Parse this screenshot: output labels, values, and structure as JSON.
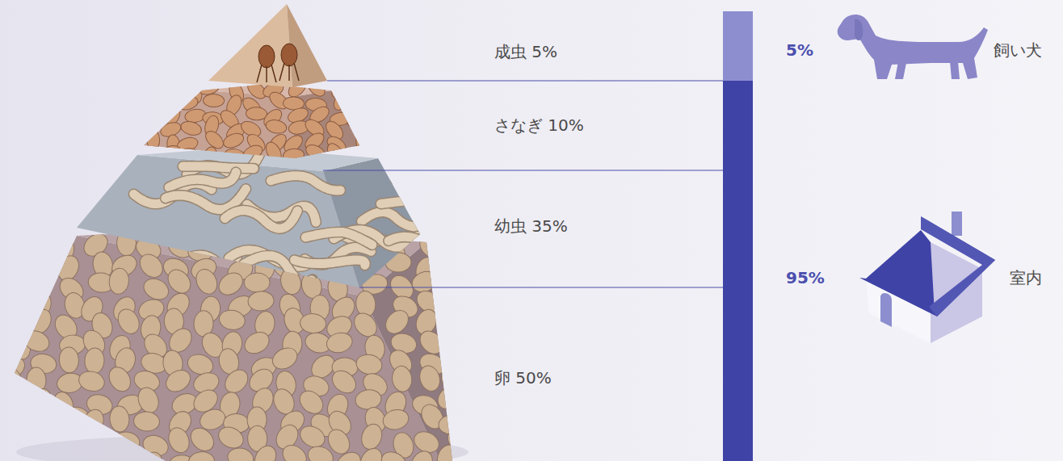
{
  "diagram": {
    "labels": [
      "成虫 5%",
      "さなぎ 10%",
      "幼虫 35%",
      "卵 50%",
      "5%",
      "飼い犬",
      "95%",
      "室内"
    ]
  }
}
